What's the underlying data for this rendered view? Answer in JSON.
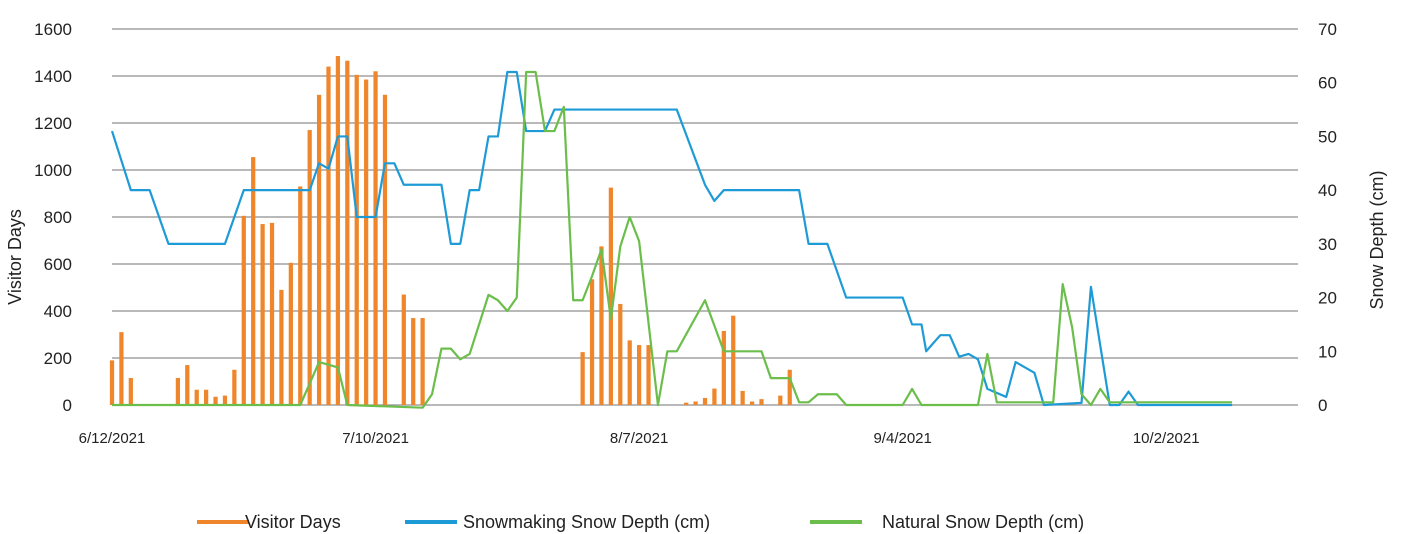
{
  "chart_data": {
    "type": "bar+line",
    "title": "",
    "ylabel": "Visitor Days",
    "y2label": "Snow Depth (cm)",
    "ylim": [
      0,
      1600
    ],
    "yticks": [
      0,
      200,
      400,
      600,
      800,
      1000,
      1200,
      1400,
      1600
    ],
    "y2lim": [
      0,
      70
    ],
    "y2ticks": [
      0,
      10,
      20,
      30,
      40,
      50,
      60,
      70
    ],
    "xlim": [
      "2021-06-12",
      "2021-10-16"
    ],
    "xticks": [
      "2021-06-12",
      "2021-07-10",
      "2021-08-07",
      "2021-09-04",
      "2021-10-02"
    ],
    "xtick_labels": [
      "6/12/2021",
      "7/10/2021",
      "8/7/2021",
      "9/4/2021",
      "10/2/2021"
    ],
    "grid": "horizontal",
    "legend_position": "bottom",
    "series": [
      {
        "name": "Visitor Days",
        "type": "bar",
        "axis": "left",
        "color": "#F0862B",
        "points": [
          [
            "2021-06-12",
            190
          ],
          [
            "2021-06-13",
            310
          ],
          [
            "2021-06-14",
            115
          ],
          [
            "2021-06-19",
            115
          ],
          [
            "2021-06-20",
            170
          ],
          [
            "2021-06-21",
            65
          ],
          [
            "2021-06-22",
            65
          ],
          [
            "2021-06-23",
            35
          ],
          [
            "2021-06-24",
            40
          ],
          [
            "2021-06-25",
            150
          ],
          [
            "2021-06-26",
            805
          ],
          [
            "2021-06-27",
            1055
          ],
          [
            "2021-06-28",
            770
          ],
          [
            "2021-06-29",
            775
          ],
          [
            "2021-06-30",
            490
          ],
          [
            "2021-07-01",
            605
          ],
          [
            "2021-07-02",
            930
          ],
          [
            "2021-07-03",
            1170
          ],
          [
            "2021-07-04",
            1320
          ],
          [
            "2021-07-05",
            1440
          ],
          [
            "2021-07-06",
            1485
          ],
          [
            "2021-07-07",
            1465
          ],
          [
            "2021-07-08",
            1405
          ],
          [
            "2021-07-09",
            1385
          ],
          [
            "2021-07-10",
            1420
          ],
          [
            "2021-07-11",
            1320
          ],
          [
            "2021-07-13",
            470
          ],
          [
            "2021-07-14",
            370
          ],
          [
            "2021-07-15",
            370
          ],
          [
            "2021-08-01",
            225
          ],
          [
            "2021-08-02",
            535
          ],
          [
            "2021-08-03",
            675
          ],
          [
            "2021-08-04",
            925
          ],
          [
            "2021-08-05",
            430
          ],
          [
            "2021-08-06",
            275
          ],
          [
            "2021-08-07",
            255
          ],
          [
            "2021-08-08",
            255
          ],
          [
            "2021-08-12",
            10
          ],
          [
            "2021-08-13",
            15
          ],
          [
            "2021-08-14",
            30
          ],
          [
            "2021-08-15",
            70
          ],
          [
            "2021-08-16",
            315
          ],
          [
            "2021-08-17",
            380
          ],
          [
            "2021-08-18",
            60
          ],
          [
            "2021-08-19",
            15
          ],
          [
            "2021-08-20",
            25
          ],
          [
            "2021-08-22",
            40
          ],
          [
            "2021-08-23",
            150
          ]
        ]
      },
      {
        "name": "Snowmaking Snow Depth (cm)",
        "type": "line",
        "axis": "right",
        "color": "#1E9BD7",
        "points": [
          [
            "2021-06-12",
            51
          ],
          [
            "2021-06-14",
            40
          ],
          [
            "2021-06-16",
            40
          ],
          [
            "2021-06-18",
            30
          ],
          [
            "2021-06-24",
            30
          ],
          [
            "2021-06-26",
            40
          ],
          [
            "2021-07-03",
            40
          ],
          [
            "2021-07-04",
            45
          ],
          [
            "2021-07-05",
            44
          ],
          [
            "2021-07-06",
            50
          ],
          [
            "2021-07-07",
            50
          ],
          [
            "2021-07-08",
            35
          ],
          [
            "2021-07-10",
            35
          ],
          [
            "2021-07-11",
            45
          ],
          [
            "2021-07-12",
            45
          ],
          [
            "2021-07-13",
            41
          ],
          [
            "2021-07-17",
            41
          ],
          [
            "2021-07-18",
            30
          ],
          [
            "2021-07-19",
            30
          ],
          [
            "2021-07-20",
            40
          ],
          [
            "2021-07-21",
            40
          ],
          [
            "2021-07-22",
            50
          ],
          [
            "2021-07-23",
            50
          ],
          [
            "2021-07-24",
            62
          ],
          [
            "2021-07-25",
            62
          ],
          [
            "2021-07-26",
            51
          ],
          [
            "2021-07-28",
            51
          ],
          [
            "2021-07-29",
            55
          ],
          [
            "2021-08-11",
            55
          ],
          [
            "2021-08-14",
            41
          ],
          [
            "2021-08-15",
            38
          ],
          [
            "2021-08-16",
            40
          ],
          [
            "2021-08-24",
            40
          ],
          [
            "2021-08-25",
            30
          ],
          [
            "2021-08-27",
            30
          ],
          [
            "2021-08-29",
            20
          ],
          [
            "2021-09-04",
            20
          ],
          [
            "2021-09-05",
            15
          ],
          [
            "2021-09-06",
            15
          ],
          [
            "2021-09-06T12",
            10
          ],
          [
            "2021-09-07",
            11
          ],
          [
            "2021-09-08",
            13
          ],
          [
            "2021-09-09",
            13
          ],
          [
            "2021-09-10",
            9
          ],
          [
            "2021-09-11",
            9.5
          ],
          [
            "2021-09-12",
            8.5
          ],
          [
            "2021-09-13",
            3
          ],
          [
            "2021-09-15",
            1.5
          ],
          [
            "2021-09-16",
            8
          ],
          [
            "2021-09-18",
            6
          ],
          [
            "2021-09-19",
            0
          ],
          [
            "2021-09-23",
            0.4
          ],
          [
            "2021-09-24",
            22
          ],
          [
            "2021-09-25",
            11
          ],
          [
            "2021-09-26",
            0
          ],
          [
            "2021-09-27",
            0
          ],
          [
            "2021-09-28",
            2.5
          ],
          [
            "2021-09-29",
            0
          ],
          [
            "2021-10-09",
            0
          ]
        ]
      },
      {
        "name": "Natural Snow Depth (cm)",
        "type": "line",
        "axis": "right",
        "color": "#6BBE4B",
        "points": [
          [
            "2021-06-12",
            0
          ],
          [
            "2021-07-02",
            0
          ],
          [
            "2021-07-03",
            4
          ],
          [
            "2021-07-04",
            8
          ],
          [
            "2021-07-06",
            7
          ],
          [
            "2021-07-07",
            0
          ],
          [
            "2021-07-15",
            -0.5
          ],
          [
            "2021-07-16",
            2
          ],
          [
            "2021-07-17",
            10.5
          ],
          [
            "2021-07-18",
            10.5
          ],
          [
            "2021-07-19",
            8.5
          ],
          [
            "2021-07-20",
            9.5
          ],
          [
            "2021-07-22",
            20.5
          ],
          [
            "2021-07-23",
            19.5
          ],
          [
            "2021-07-24",
            17.5
          ],
          [
            "2021-07-25",
            20
          ],
          [
            "2021-07-26",
            62
          ],
          [
            "2021-07-27",
            62
          ],
          [
            "2021-07-28",
            51
          ],
          [
            "2021-07-29",
            51
          ],
          [
            "2021-07-30",
            55.5
          ],
          [
            "2021-07-31",
            19.5
          ],
          [
            "2021-08-01",
            19.5
          ],
          [
            "2021-08-02",
            24
          ],
          [
            "2021-08-03",
            29
          ],
          [
            "2021-08-04",
            16
          ],
          [
            "2021-08-05",
            29.5
          ],
          [
            "2021-08-06",
            35
          ],
          [
            "2021-08-07",
            30.5
          ],
          [
            "2021-08-09",
            0
          ],
          [
            "2021-08-10",
            10
          ],
          [
            "2021-08-11",
            10
          ],
          [
            "2021-08-14",
            19.5
          ],
          [
            "2021-08-16",
            10
          ],
          [
            "2021-08-20",
            10
          ],
          [
            "2021-08-21",
            5
          ],
          [
            "2021-08-23",
            5
          ],
          [
            "2021-08-24",
            0.5
          ],
          [
            "2021-08-25",
            0.5
          ],
          [
            "2021-08-26",
            2
          ],
          [
            "2021-08-28",
            2
          ],
          [
            "2021-08-29",
            0
          ],
          [
            "2021-09-04",
            0
          ],
          [
            "2021-09-05",
            3
          ],
          [
            "2021-09-06",
            0
          ],
          [
            "2021-09-12",
            0
          ],
          [
            "2021-09-13",
            9.5
          ],
          [
            "2021-09-14",
            0.5
          ],
          [
            "2021-09-19",
            0.5
          ],
          [
            "2021-09-20",
            0.5
          ],
          [
            "2021-09-21",
            22.5
          ],
          [
            "2021-09-22",
            14.5
          ],
          [
            "2021-09-23",
            2
          ],
          [
            "2021-09-24",
            0
          ],
          [
            "2021-09-25",
            3
          ],
          [
            "2021-09-26",
            0.5
          ],
          [
            "2021-10-09",
            0.5
          ]
        ]
      }
    ]
  }
}
